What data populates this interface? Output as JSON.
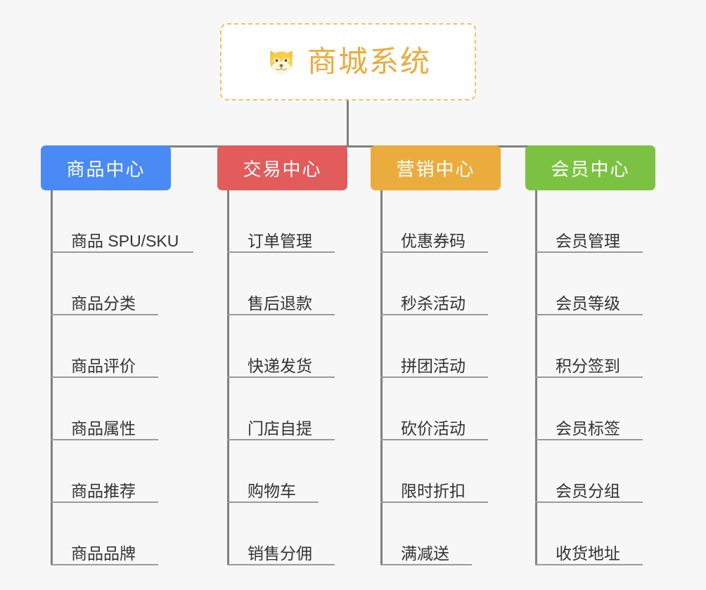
{
  "root": {
    "icon": "shiba-dog-face-emoji",
    "title": "商城系统",
    "accent_color": "#eaab3d",
    "border_color": "#f0c070"
  },
  "canvas": {
    "background_color": "#f7f7f7",
    "connector_color": "#808080",
    "underline_color": "#9a9a9a"
  },
  "columns": [
    {
      "title": "商品中心",
      "color": "#4a8af4",
      "items": [
        "商品 SPU/SKU",
        "商品分类",
        "商品评价",
        "商品属性",
        "商品推荐",
        "商品品牌"
      ]
    },
    {
      "title": "交易中心",
      "color": "#e25c5c",
      "items": [
        "订单管理",
        "售后退款",
        "快递发货",
        "门店自提",
        "购物车",
        "销售分佣"
      ]
    },
    {
      "title": "营销中心",
      "color": "#eaac3d",
      "items": [
        "优惠券码",
        "秒杀活动",
        "拼团活动",
        "砍价活动",
        "限时折扣",
        "满减送"
      ]
    },
    {
      "title": "会员中心",
      "color": "#7cc242",
      "items": [
        "会员管理",
        "会员等级",
        "积分签到",
        "会员标签",
        "会员分组",
        "收货地址"
      ]
    }
  ]
}
